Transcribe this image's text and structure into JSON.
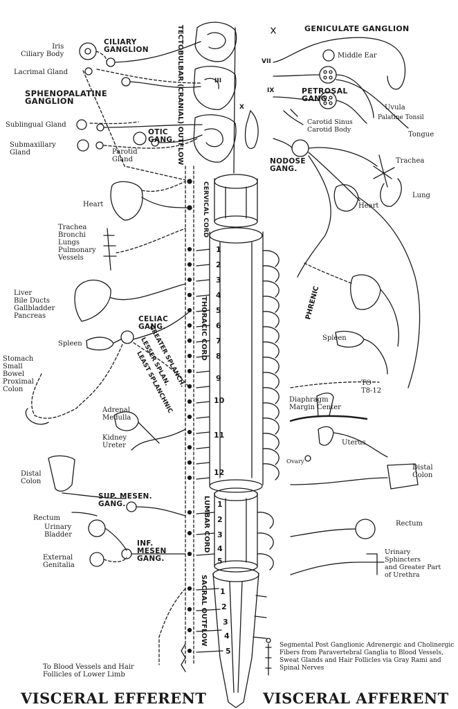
{
  "titles": {
    "efferent": "VISCERAL EFFERENT",
    "afferent": "VISCERAL AFFERENT"
  },
  "cord_labels": {
    "tectobulbar": "TECTOBULBAR (CRANIAL) OUTFLOW",
    "cervical": "CERVICAL CORD",
    "thoracic": "THORACIC CORD",
    "lumbar": "LUMBAR CORD",
    "sacral": "SACRAL OUTFLOW",
    "phrenic": "PHRENIC",
    "greater_splanch": "GREATER SPLANCH.",
    "lesser_splan": "LESSER SPLAN.",
    "least_splanchnic": "LEAST SPLANCHNIC"
  },
  "cranial_nerves": [
    "III",
    "VII",
    "IX",
    "X"
  ],
  "thoracic_segments": [
    "1",
    "2",
    "3",
    "4",
    "5",
    "6",
    "7",
    "8",
    "9",
    "10",
    "11",
    "12"
  ],
  "lumbar_segments": [
    "1",
    "2",
    "3",
    "4",
    "5"
  ],
  "sacral_segments": [
    "1",
    "2",
    "3",
    "4",
    "5"
  ],
  "left_labels": {
    "iris": "Iris\nCiliary Body",
    "ciliary_ganglion": "CILIARY\nGANGLION",
    "lacrimal": "Lacrimal Gland",
    "sphenopalatine": "SPHENOPALATINE\nGANGLION",
    "sublingual": "Sublingual Gland",
    "submaxillary": "Submaxillary\nGland",
    "parotid": "Parotid\nGland",
    "otic": "OTIC\nGANG.",
    "heart": "Heart",
    "trachea": "Trachea\nBronchi\nLungs\nPulmonary\nVessels",
    "liver": "Liver\nBile Ducts\nGallbladder\nPancreas",
    "celiac": "CELIAC\nGANG.",
    "spleen": "Spleen",
    "stomach": "Stomach\nSmall\nBowel\nProximal\nColon",
    "adrenal": "Adrenal\nMedulla",
    "kidney": "Kidney\nUreter",
    "distal_colon": "Distal\nColon",
    "sup_mesen": "SUP. MESEN.\nGANG.",
    "rectum": "Rectum",
    "bladder": "Urinary\nBladder",
    "inf_mesen": "INF.\nMESEN\nGANG.",
    "genitalia": "External\nGenitalia",
    "lower_limb": "To Blood Vessels and Hair\nFollicles of Lower Limb"
  },
  "right_labels": {
    "geniculate": "GENICULATE GANGLION",
    "middle_ear": "Middle Ear",
    "petrosal": "PETROSAL\nGANG.",
    "uvula": "Uvula",
    "palatine_tonsil": "Palatine Tonsil",
    "tongue": "Tongue",
    "carotid": "Carotid Sinus\nCarotid Body",
    "nodose": "NODOSE\nGANG.",
    "trachea": "Trachea",
    "lung": "Lung",
    "heart": "Heart",
    "spleen": "Spleen",
    "to_t8": "TO\nT8-12",
    "diaphragm": "Diaphragm\nMargin Center",
    "uterus": "Uterus",
    "ovary": "Ovary",
    "distal_colon": "Distal\nColon",
    "rectum": "Rectum",
    "sphincters": "Urinary\nSphincters\nand Greater Part\nof Urethra"
  },
  "legend": "Segmental Post Ganglionic Adrenergic and Cholinergic Fibers from Paravertebral Ganglia to Blood Vessels, Sweat Glands and Hair Follicles via Gray Rami and Spinal Nerves"
}
